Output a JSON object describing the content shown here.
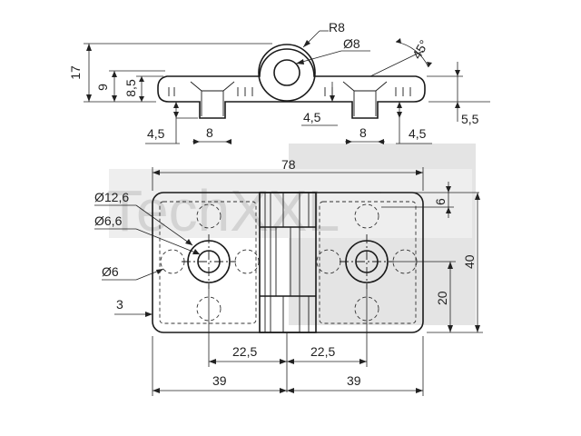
{
  "watermark": "TechXXL",
  "colors": {
    "line": "#1a1a1a",
    "watermark": "#d3d3d3",
    "background": "#ffffff"
  },
  "side_view": {
    "radius": "R8",
    "pin_diameter": "Ø8",
    "angle": "45°",
    "height_total": "17",
    "height_9": "9",
    "height_8_5": "8,5",
    "left_counterbore_depth": "4,5",
    "left_counterbore_width": "8",
    "right_counterbore_depth_a": "4,5",
    "right_counterbore_width": "8",
    "right_counterbore_depth_b": "4,5",
    "right_height": "5,5"
  },
  "top_view": {
    "overall_length": "78",
    "counterbore_diameter": "Ø12,6",
    "through_hole_diameter": "Ø6,6",
    "small_hole_diameter": "Ø6",
    "edge_offset": "3",
    "top_offset": "6",
    "overall_width": "40",
    "center_height": "20",
    "left_hole_distance": "22,5",
    "right_hole_distance": "22,5",
    "left_half_length": "39",
    "right_half_length": "39"
  }
}
